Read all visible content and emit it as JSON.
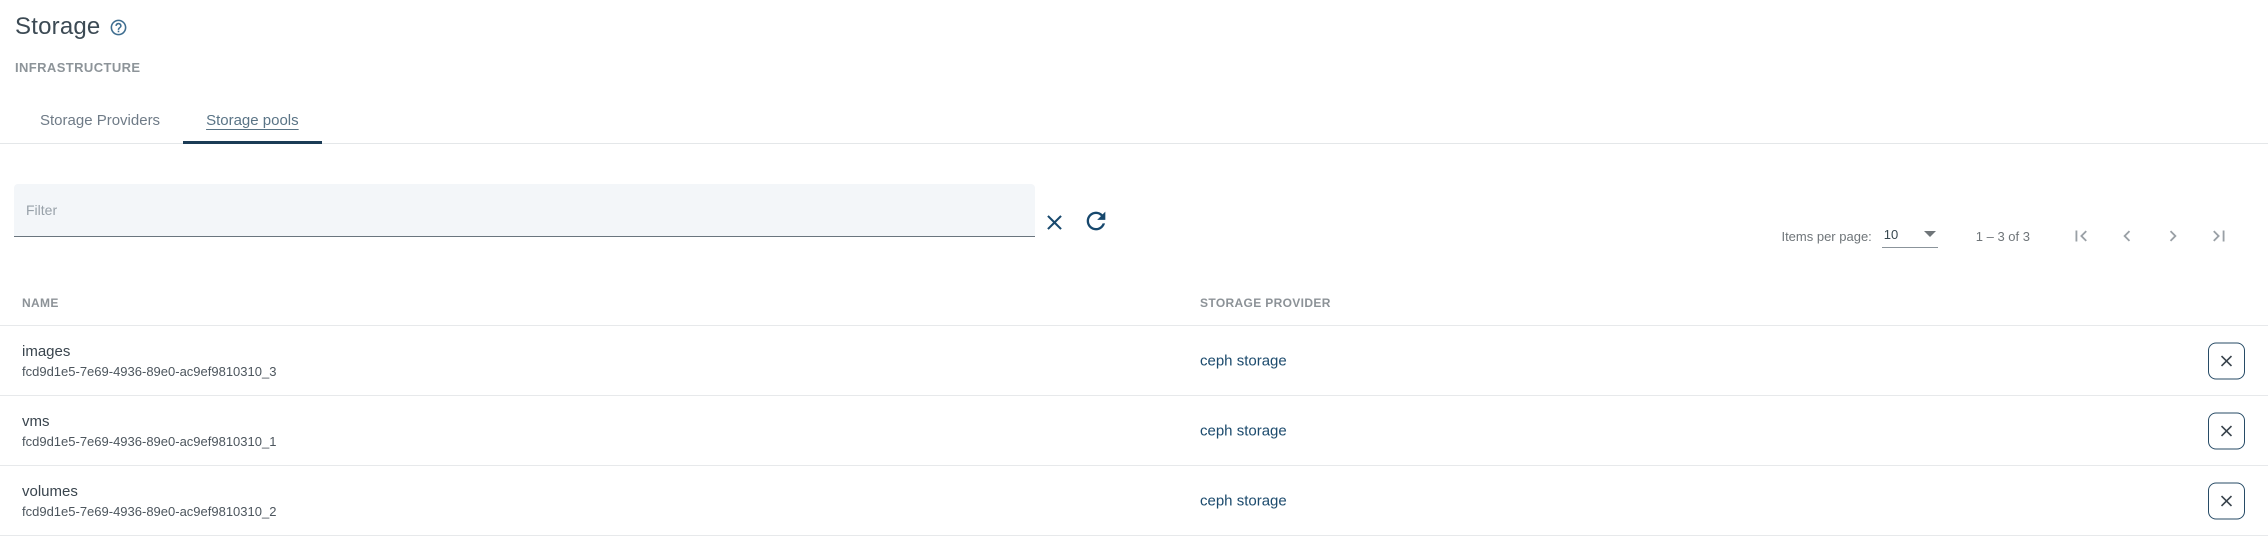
{
  "colors": {
    "accent_navy": "#17486d",
    "ink_bar": "#1b3c56",
    "link": "#1b4a6d",
    "filter_fill": "#f3f6f9"
  },
  "icons": {
    "help": "help-outline-icon",
    "clear": "close-icon",
    "refresh": "refresh-icon",
    "page_size_arrow": "caret-down-icon",
    "first": "first-page-icon",
    "prev": "chevron-left-icon",
    "next": "chevron-right-icon",
    "last": "last-page-icon",
    "row_delete": "close-icon"
  },
  "header": {
    "title": "Storage",
    "section_label": "INFRASTRUCTURE"
  },
  "tabs": [
    {
      "label": "Storage Providers",
      "active": false
    },
    {
      "label": "Storage pools",
      "active": true
    }
  ],
  "toolbar": {
    "filter_placeholder": "Filter",
    "filter_value": ""
  },
  "paginator": {
    "items_per_page_label": "Items per page:",
    "page_size": "10",
    "range_label": "1 – 3 of 3"
  },
  "table": {
    "columns": [
      {
        "label": "NAME"
      },
      {
        "label": "STORAGE PROVIDER"
      }
    ],
    "rows": [
      {
        "name": "images",
        "id": "fcd9d1e5-7e69-4936-89e0-ac9ef9810310_3",
        "provider": "ceph storage"
      },
      {
        "name": "vms",
        "id": "fcd9d1e5-7e69-4936-89e0-ac9ef9810310_1",
        "provider": "ceph storage"
      },
      {
        "name": "volumes",
        "id": "fcd9d1e5-7e69-4936-89e0-ac9ef9810310_2",
        "provider": "ceph storage"
      }
    ]
  }
}
